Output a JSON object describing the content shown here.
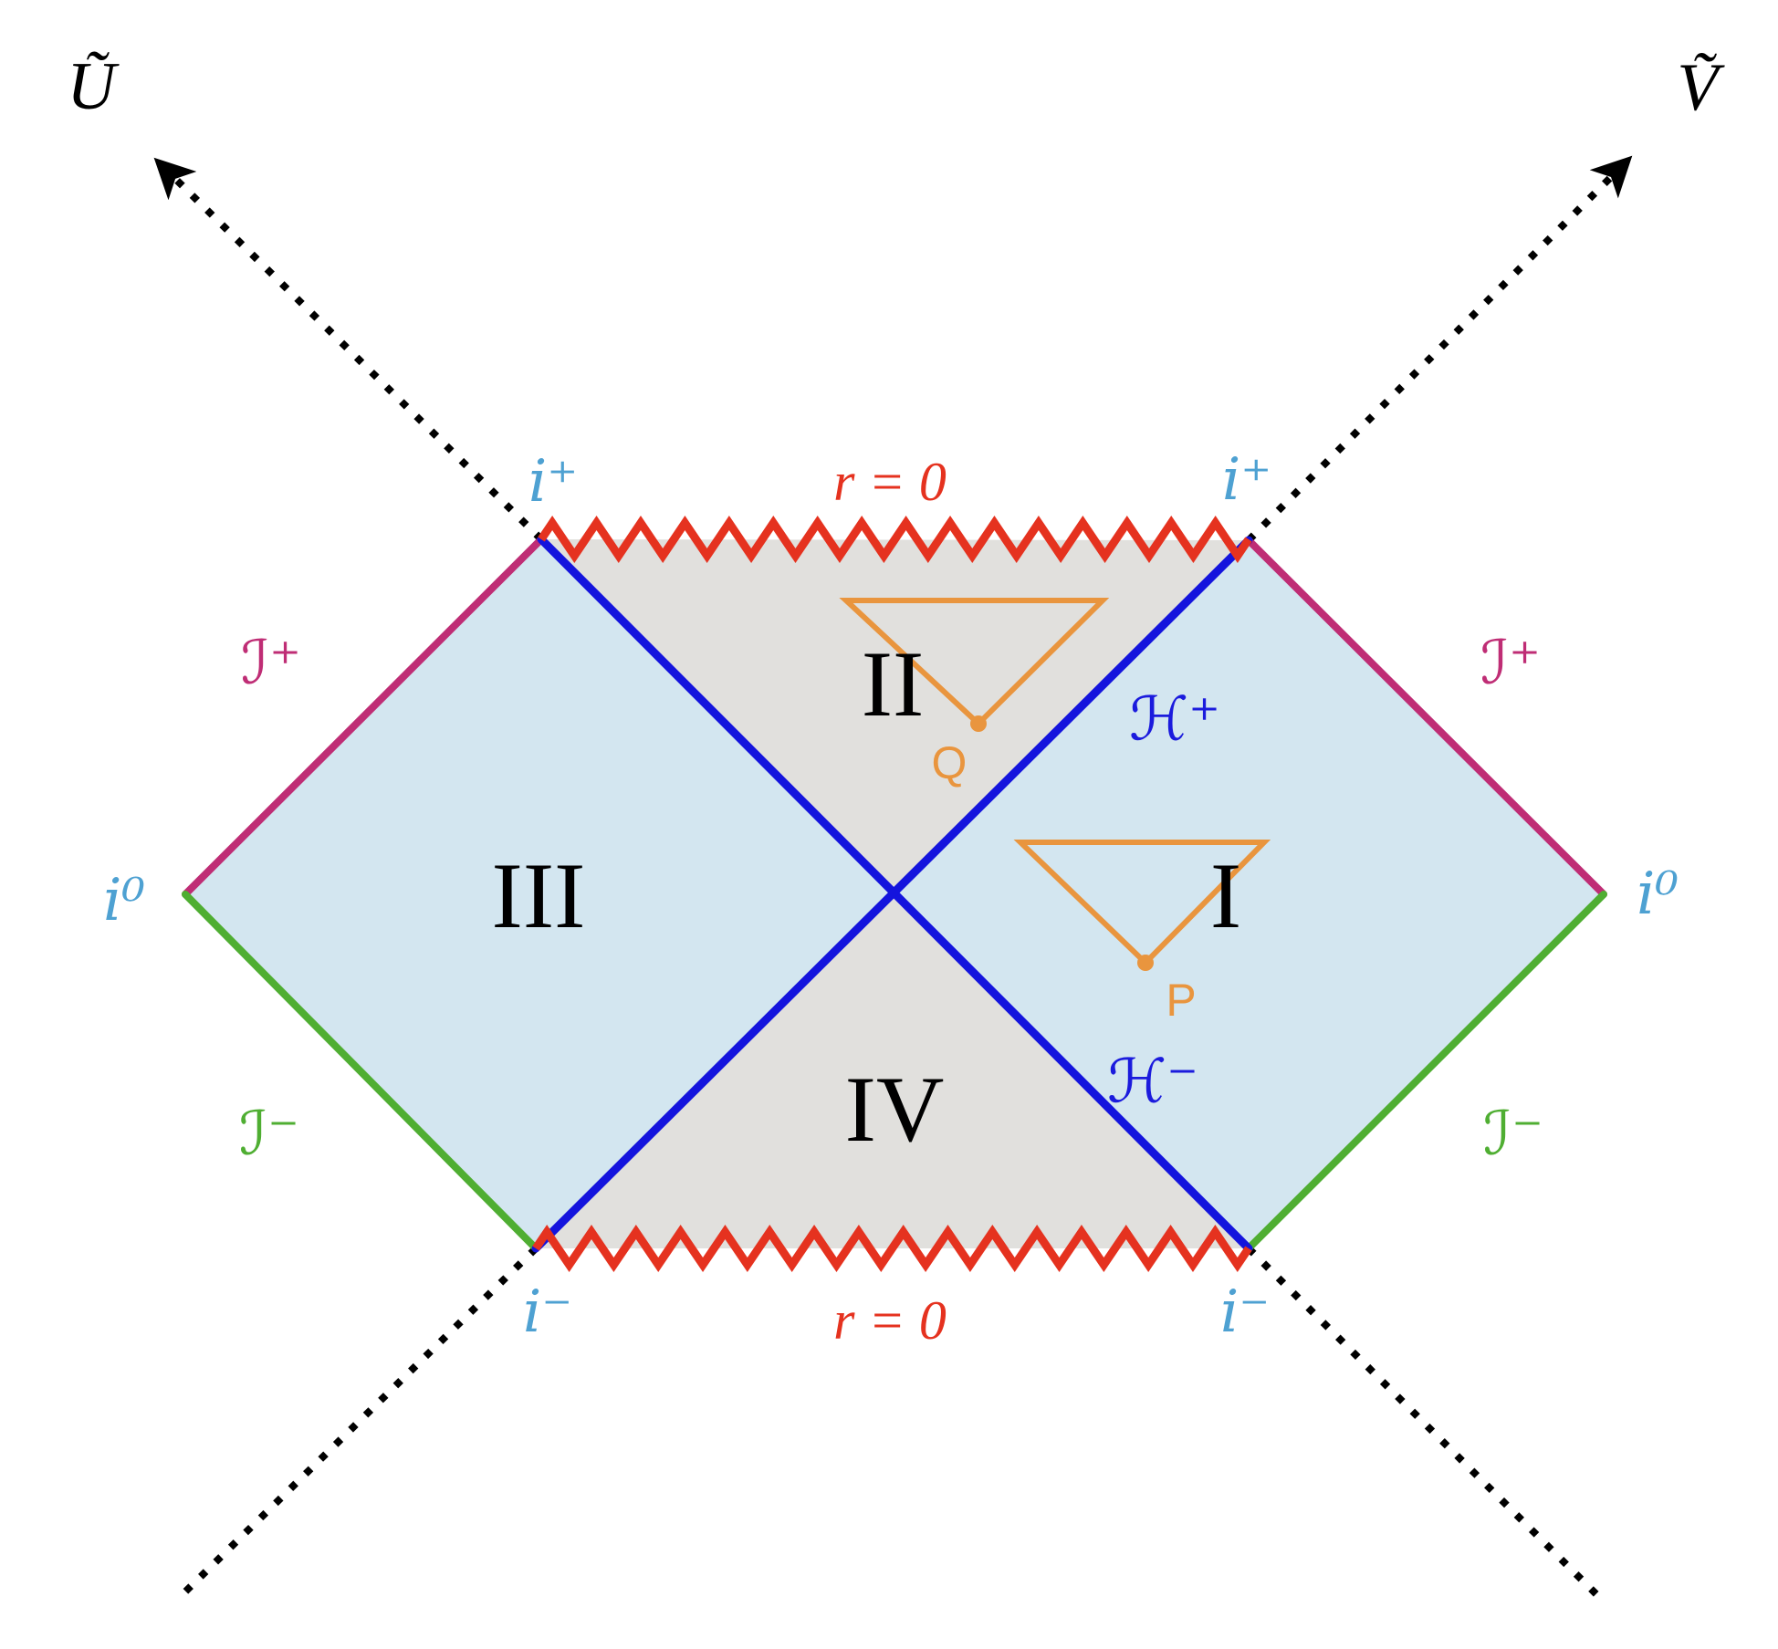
{
  "labels": {
    "u_axis": "Ũ",
    "v_axis": "Ṽ",
    "i_plus": "i⁺",
    "i_minus": "i⁻",
    "i_zero": "i⁰",
    "scri_plus": "ℐ⁺",
    "scri_minus": "ℐ⁻",
    "h_plus": "ℋ⁺",
    "h_minus": "ℋ⁻",
    "r_zero": "r = 0",
    "region_1": "I",
    "region_2": "II",
    "region_3": "III",
    "region_4": "IV",
    "point_p": "P",
    "point_q": "Q"
  },
  "colors": {
    "background": "#ffffff",
    "exterior_fill": "#d3e6f0",
    "interior_fill": "#e1e0dd",
    "horizon_blue": "#1414dd",
    "script_h_blue": "#1b1bdd",
    "scri_plus_magenta": "#bf2d75",
    "scri_minus_green": "#4fae32",
    "singularity_red": "#e5321f",
    "i_label_blue": "#4ea1d2",
    "lightcone_orange": "#e9953e",
    "region_label_black": "#000000",
    "axis_black": "#000000"
  }
}
